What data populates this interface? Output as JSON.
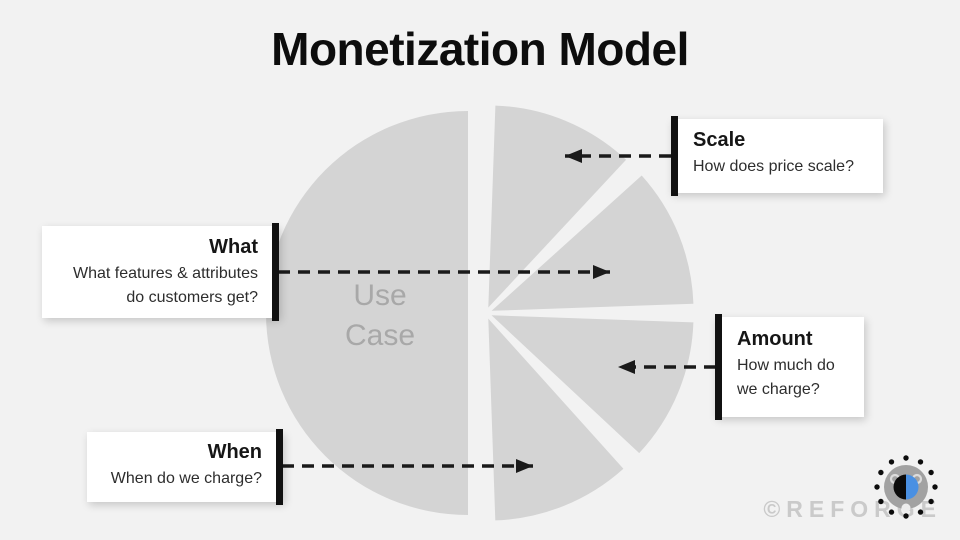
{
  "slide": {
    "title": "Monetization Model",
    "watermark": "©REFORGE"
  },
  "pie": {
    "center_label": [
      "Use",
      "Case"
    ],
    "segment_count": 5,
    "fill": "#d4d4d4",
    "label_color": "#a8a8a8"
  },
  "callouts": {
    "scale": {
      "title": "Scale",
      "description": "How does price scale?"
    },
    "what": {
      "title": "What",
      "description": "What features & attributes do customers get?"
    },
    "amount": {
      "title": "Amount",
      "description": "How much do we charge?"
    },
    "when": {
      "title": "When",
      "description": "When do we charge?"
    }
  },
  "colors": {
    "background": "#f2f2f2",
    "pie_fill": "#d4d4d4",
    "center_label": "#a8a8a8",
    "arrow": "#1a1a1a",
    "callout_bar": "#111111",
    "watermark": "#cacaca",
    "logo_blue": "#4a90e2"
  }
}
